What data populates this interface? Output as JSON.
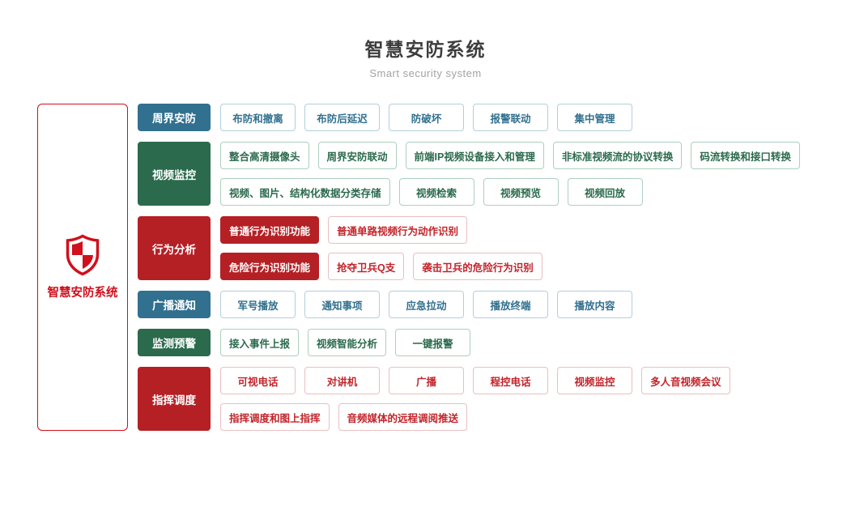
{
  "header": {
    "title": "智慧安防系统",
    "subtitle": "Smart security system"
  },
  "root": {
    "label": "智慧安防系统",
    "icon": "shield-icon"
  },
  "palette": {
    "blue": "#31708f",
    "green": "#2b6a4d",
    "red": "#b52025",
    "red-bright": "#d0101c"
  },
  "categories": [
    {
      "id": "perimeter-security",
      "label": "周界安防",
      "color": "blue",
      "rows": [
        [
          {
            "label": "布防和撤离",
            "filled": false
          },
          {
            "label": "布防后延迟",
            "filled": false
          },
          {
            "label": "防破坏",
            "filled": false
          },
          {
            "label": "报警联动",
            "filled": false
          },
          {
            "label": "集中管理",
            "filled": false
          }
        ]
      ]
    },
    {
      "id": "video-surveillance",
      "label": "视频监控",
      "color": "green",
      "rows": [
        [
          {
            "label": "整合高清摄像头",
            "filled": false
          },
          {
            "label": "周界安防联动",
            "filled": false
          },
          {
            "label": "前端IP视频设备接入和管理",
            "filled": false
          },
          {
            "label": "非标准视频流的协议转换",
            "filled": false
          },
          {
            "label": "码流转换和接口转换",
            "filled": false
          }
        ],
        [
          {
            "label": "视频、图片、结构化数据分类存储",
            "filled": false
          },
          {
            "label": "视频检索",
            "filled": false
          },
          {
            "label": "视频预览",
            "filled": false
          },
          {
            "label": "视频回放",
            "filled": false
          }
        ]
      ]
    },
    {
      "id": "behavior-analysis",
      "label": "行为分析",
      "color": "red",
      "rows": [
        [
          {
            "label": "普通行为识别功能",
            "filled": true
          },
          {
            "label": "普通单路视频行为动作识别",
            "filled": false
          }
        ],
        [
          {
            "label": "危险行为识别功能",
            "filled": true
          },
          {
            "label": "抢夺卫兵Q支",
            "filled": false
          },
          {
            "label": "袭击卫兵的危险行为识别",
            "filled": false
          }
        ]
      ]
    },
    {
      "id": "broadcast-notice",
      "label": "广播通知",
      "color": "blue",
      "rows": [
        [
          {
            "label": "军号播放",
            "filled": false
          },
          {
            "label": "通知事项",
            "filled": false
          },
          {
            "label": "应急拉动",
            "filled": false
          },
          {
            "label": "播放终端",
            "filled": false
          },
          {
            "label": "播放内容",
            "filled": false
          }
        ]
      ]
    },
    {
      "id": "monitoring-warning",
      "label": "监测预警",
      "color": "green",
      "rows": [
        [
          {
            "label": "接入事件上报",
            "filled": false
          },
          {
            "label": "视频智能分析",
            "filled": false
          },
          {
            "label": "一键报警",
            "filled": false
          }
        ]
      ]
    },
    {
      "id": "command-dispatch",
      "label": "指挥调度",
      "color": "red",
      "rows": [
        [
          {
            "label": "可视电话",
            "filled": false
          },
          {
            "label": "对讲机",
            "filled": false
          },
          {
            "label": "广播",
            "filled": false
          },
          {
            "label": "程控电话",
            "filled": false
          },
          {
            "label": "视频监控",
            "filled": false
          },
          {
            "label": "多人音视频会议",
            "filled": false
          }
        ],
        [
          {
            "label": "指挥调度和图上指挥",
            "filled": false
          },
          {
            "label": "音频媒体的远程调阅推送",
            "filled": false
          }
        ]
      ]
    }
  ]
}
